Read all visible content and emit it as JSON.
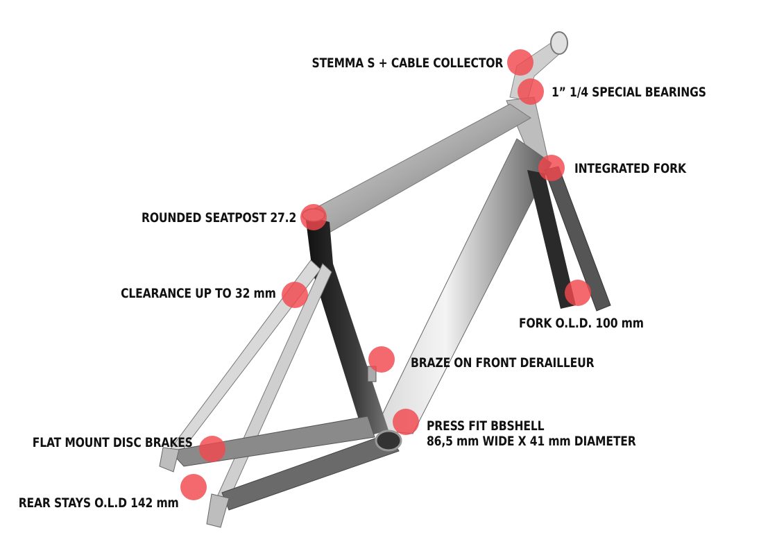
{
  "diagram": {
    "subject": "bicycle-frame-and-fork",
    "accent_color": "#f0484e",
    "callouts": [
      {
        "id": "stem",
        "text": "STEMMA S + CABLE COLLECTOR",
        "dot": [
          750,
          90
        ]
      },
      {
        "id": "bearings",
        "text": "1” 1/4 SPECIAL BEARINGS",
        "dot": [
          765,
          132
        ]
      },
      {
        "id": "fork",
        "text": "INTEGRATED FORK",
        "dot": [
          795,
          242
        ]
      },
      {
        "id": "seatpost",
        "text": "ROUNDED SEATPOST 27.2",
        "dot": [
          452,
          313
        ]
      },
      {
        "id": "clearance",
        "text": "CLEARANCE UP TO 32 mm",
        "dot": [
          425,
          425
        ]
      },
      {
        "id": "fork-old",
        "text": "FORK O.L.D. 100 mm",
        "dot": [
          833,
          422
        ]
      },
      {
        "id": "derailleur",
        "text": "BRAZE ON FRONT DERAILLEUR",
        "dot": [
          550,
          518
        ]
      },
      {
        "id": "bbshell",
        "line1": "PRESS FIT BBSHELL",
        "line2": "86,5 mm WIDE X 41 mm DIAMETER",
        "dot": [
          585,
          608
        ]
      },
      {
        "id": "disc",
        "text": "FLAT MOUNT DISC BRAKES",
        "dot": [
          306,
          647
        ]
      },
      {
        "id": "rear-old",
        "text": "REAR STAYS O.L.D 142 mm",
        "dot": [
          279,
          702
        ]
      }
    ]
  }
}
